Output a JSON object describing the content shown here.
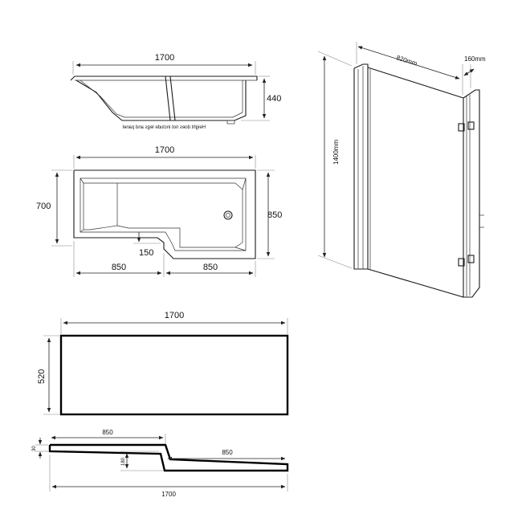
{
  "bath_side_view": {
    "width_label": "1700",
    "height_label": "440",
    "note": "Height does not include legs and panel"
  },
  "bath_top_view": {
    "width_label": "1700",
    "depth_left_label": "700",
    "depth_right_label": "850",
    "step_label": "150",
    "left_section_label": "850",
    "right_section_label": "850"
  },
  "screen": {
    "width_label": "820mm",
    "return_label": "160mm",
    "height_label": "1400mm"
  },
  "front_panel": {
    "width_label": "1700",
    "height_label": "520"
  },
  "panel_profile": {
    "left_length_label": "850",
    "right_length_label": "850",
    "thickness_label": "30",
    "step_label": "180",
    "total_length_label": "1700"
  }
}
